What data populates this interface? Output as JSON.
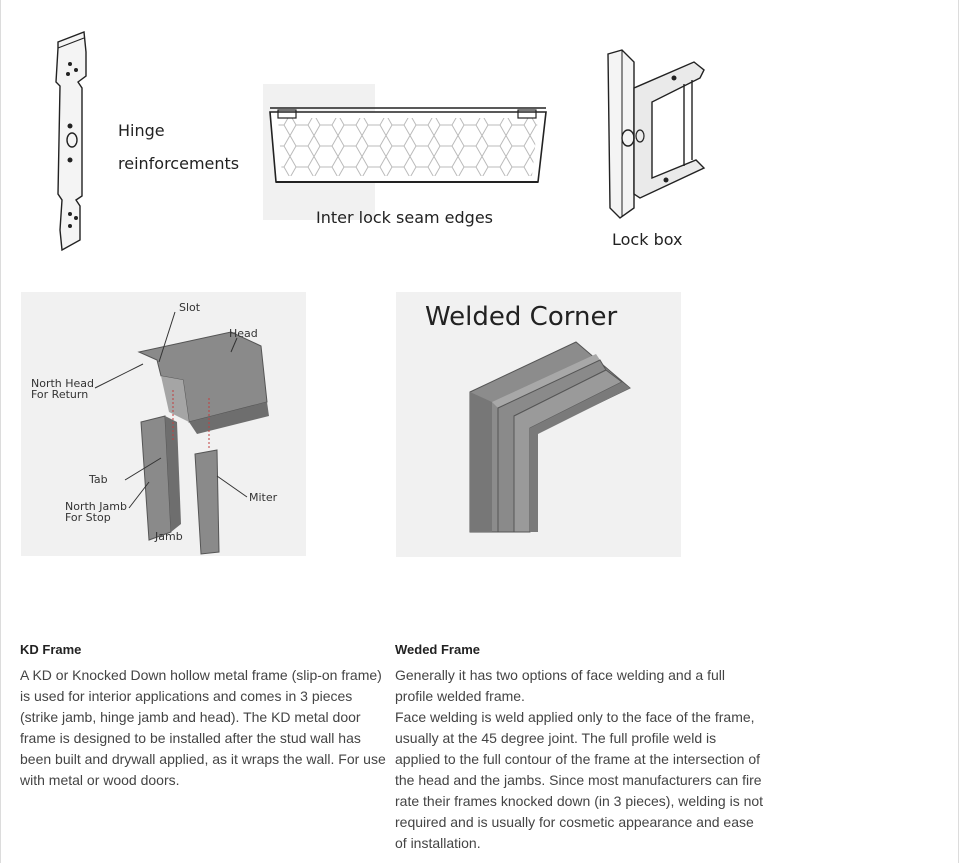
{
  "figures": {
    "hinge": {
      "label_line1": "Hinge",
      "label_line2": "reinforcements"
    },
    "seam": {
      "label": "Inter lock seam edges"
    },
    "lockbox": {
      "label": "Lock box"
    },
    "kd_diagram": {
      "labels": {
        "slot": "Slot",
        "head": "Head",
        "north_head": "North Head\nFor Return",
        "tab": "Tab",
        "north_jamb": "North Jamb\nFor Stop",
        "jamb": "Jamb",
        "miter": "Miter"
      }
    },
    "welded": {
      "title": "Welded Corner"
    }
  },
  "sections": {
    "kd": {
      "heading": "KD Frame",
      "paragraphs": [
        "A KD or Knocked Down hollow metal frame (slip-on frame) is used for interior applications and comes in 3 pieces (strike jamb, hinge jamb and head). The KD metal door frame is designed to be installed after the stud wall has been built and drywall applied, as it wraps the wall. For use with metal or wood doors."
      ]
    },
    "welded": {
      "heading": "Weded Frame",
      "paragraphs": [
        "Generally it has two options of face welding and a full profile welded frame.",
        "Face welding is weld applied only to the face of the frame, usually at the 45 degree joint. The full profile weld is applied to the full contour of the frame at the intersection of the head and the jambs. Since most manufacturers can fire rate their frames knocked down (in 3 pieces), welding is not required and is usually for cosmetic appearance and ease of installation."
      ]
    }
  }
}
